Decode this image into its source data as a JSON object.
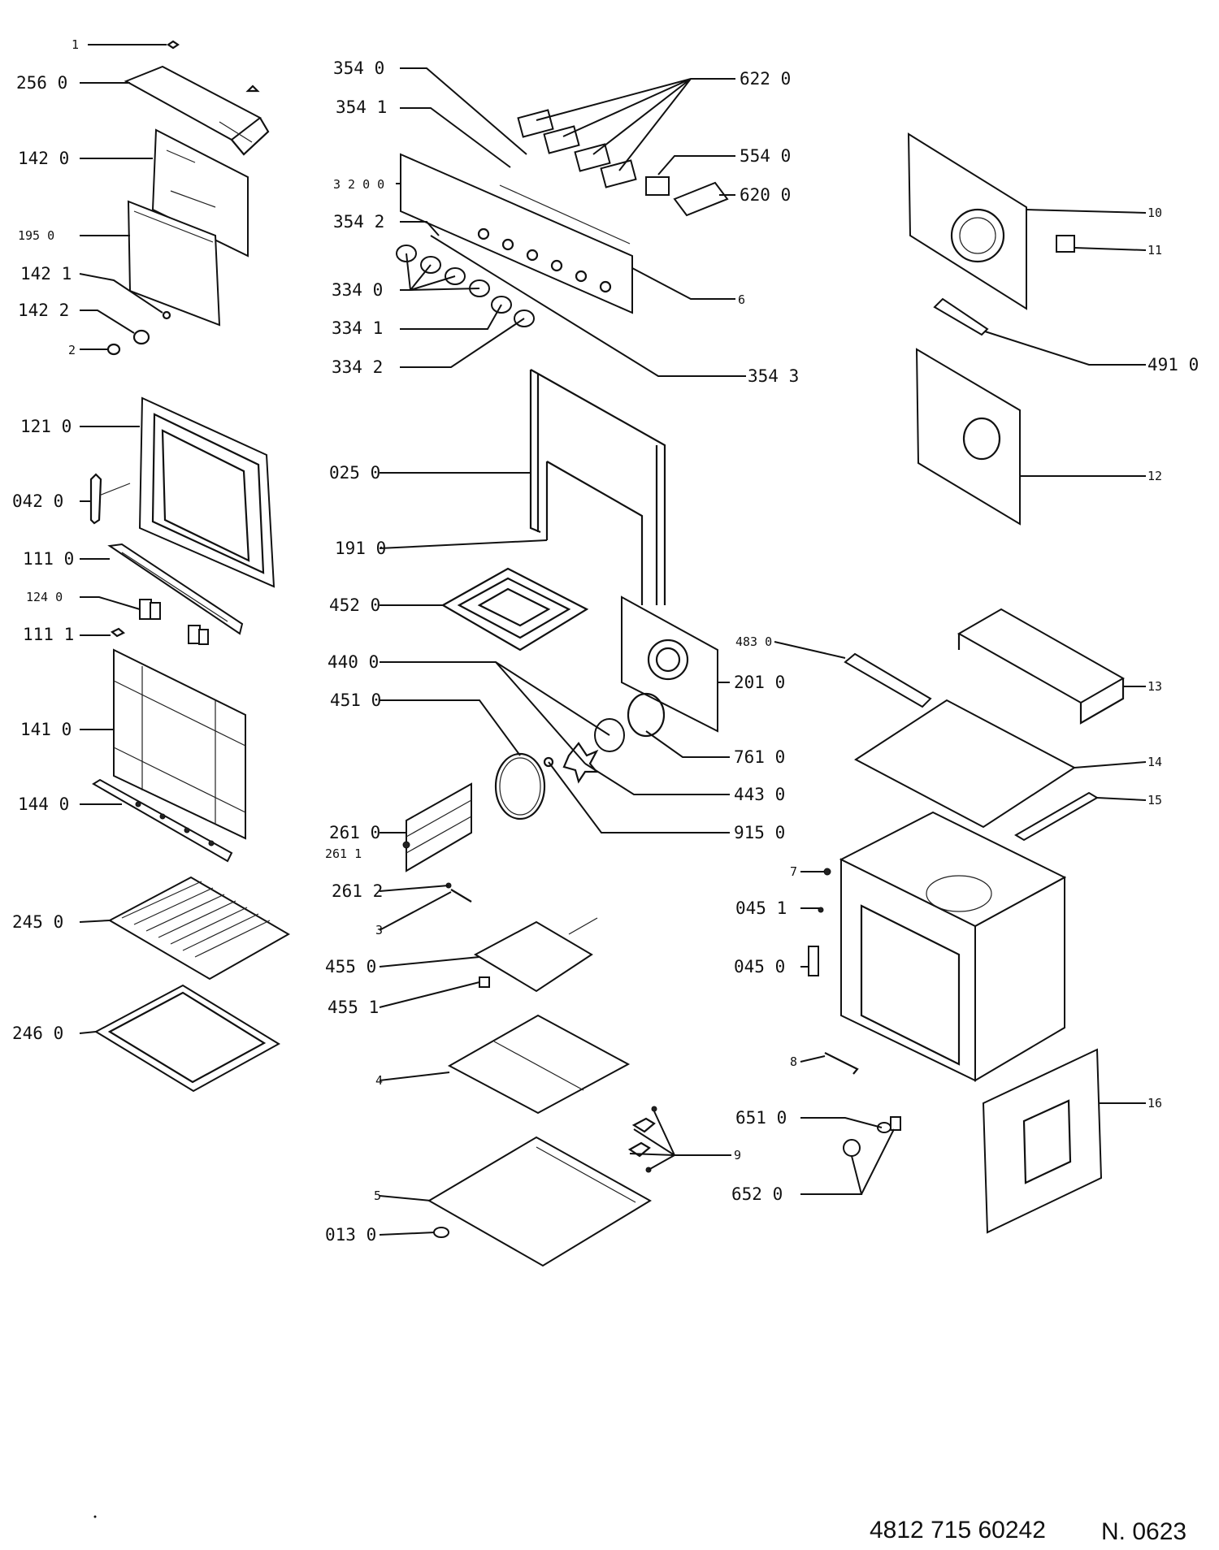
{
  "labels": {
    "p1": "1",
    "p256_0": "256  0",
    "p142_0": "142  0",
    "p195_0": "195  0",
    "p142_1": "142  1",
    "p142_2": "142  2",
    "p2": "2",
    "p121_0": "121  0",
    "p042_0": "042  0",
    "p111_0": "111  0",
    "p124_0": "124  0",
    "p111_1": "111  1",
    "p141_0": "141  0",
    "p144_0": "144  0",
    "p245_0": "245  0",
    "p246_0": "246  0",
    "p354_0": "354  0",
    "p354_1": "354  1",
    "p3200": "3 2 0 0",
    "p354_2": "354  2",
    "p334_0": "334  0",
    "p334_1": "334  1",
    "p334_2": "334  2",
    "p354_3": "354  3",
    "p622_0": "622  0",
    "p554_0": "554  0",
    "p620_0": "620  0",
    "p6": "6",
    "p025_0": "025  0",
    "p191_0": "191  0",
    "p452_0": "452  0",
    "p440_0": "440  0",
    "p451_0": "451  0",
    "p483_0": "483  0",
    "p201_0": "201  0",
    "p761_0": "761  0",
    "p443_0": "443  0",
    "p915_0": "915  0",
    "p261_0": "261  0",
    "p261_1": "261  1",
    "p261_2": "261  2",
    "p3": "3",
    "p455_0": "455  0",
    "p455_1": "455  1",
    "p4": "4",
    "p5": "5",
    "p013_0": "013  0",
    "p10": "10",
    "p11": "11",
    "p491_0": "491  0",
    "p12": "12",
    "p13": "13",
    "p14": "14",
    "p15": "15",
    "p7": "7",
    "p045_1": "045  1",
    "p045_0": "045  0",
    "p8": "8",
    "p651_0": "651  0",
    "p652_0": "652  0",
    "p9": "9",
    "p16": "16"
  },
  "footer": {
    "code": "4812 715 60242",
    "sheet": "N. 0623"
  }
}
